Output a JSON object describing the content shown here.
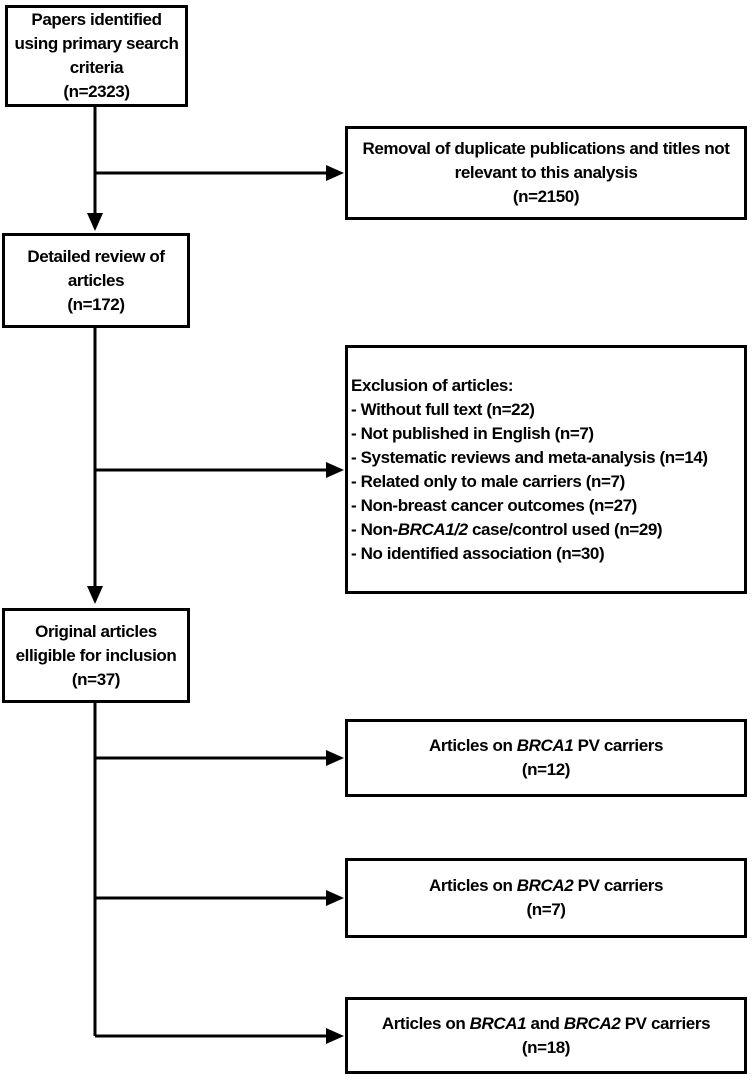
{
  "colors": {
    "background": "#ffffff",
    "box_border": "#000000",
    "text": "#000000",
    "arrow": "#000000"
  },
  "boxes": {
    "papers": {
      "lines": [
        "Papers identified",
        "using primary search",
        "criteria",
        "(n=2323)"
      ]
    },
    "removal": {
      "lines": [
        "Removal of duplicate publications and titles not",
        "relevant to this analysis",
        "(n=2150)"
      ]
    },
    "review": {
      "lines": [
        "Detailed review of",
        "articles",
        "(n=172)"
      ]
    },
    "exclusion": {
      "title": "Exclusion of articles:",
      "items": [
        "- Without full text (n=22)",
        "- Not published in English (n=7)",
        "- Systematic reviews and meta-analysis (n=14)",
        "- Related only to male carriers (n=7)",
        "- Non-breast cancer outcomes (n=27)"
      ],
      "brca_item": {
        "pre": "- Non-",
        "gene": "BRCA1/2",
        "post": " case/control used (n=29)"
      },
      "last_item": "- No identified association (n=30)"
    },
    "eligible": {
      "lines": [
        "Original articles",
        "elligible for inclusion",
        "(n=37)"
      ]
    },
    "brca1": {
      "pre": "Articles on ",
      "gene": "BRCA1",
      "post": " PV carriers",
      "count": "(n=12)"
    },
    "brca2": {
      "pre": "Articles on ",
      "gene": "BRCA2",
      "post": " PV carriers",
      "count": "(n=7)"
    },
    "brca1_2": {
      "pre": "Articles on ",
      "gene1": "BRCA1",
      "mid": " and ",
      "gene2": "BRCA2",
      "post": " PV carriers",
      "count": "(n=18)"
    }
  }
}
